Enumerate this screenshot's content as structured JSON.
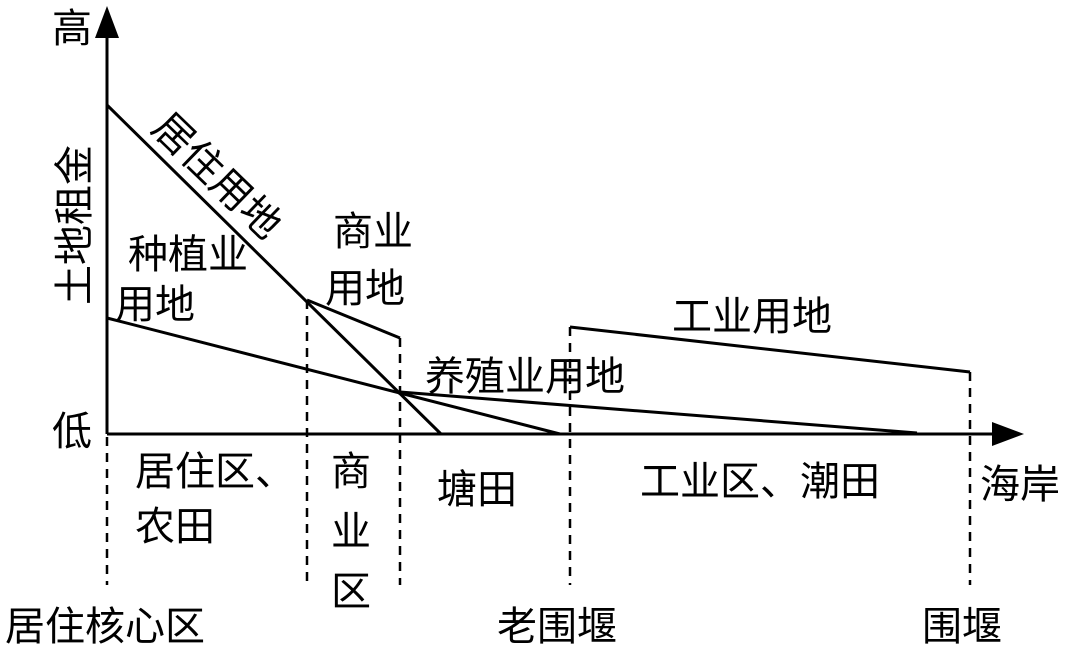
{
  "axes": {
    "y_title": "土地租金",
    "y_high": "高",
    "y_low": "低",
    "x_end": "海岸"
  },
  "curves": {
    "residential": "居住用地",
    "planting_1": "种植业",
    "planting_2": "用地",
    "commercial_1": "商业",
    "commercial_2": "用地",
    "aquaculture": "养殖业用地",
    "industrial": "工业用地"
  },
  "zones": {
    "residential_farm_1": "居住区、",
    "residential_farm_2": "农田",
    "commercial_1": "商",
    "commercial_2": "业",
    "commercial_3": "区",
    "pond_field": "塘田",
    "industrial_tidal": "工业区、潮田"
  },
  "markers": {
    "core": "居住核心区",
    "old_dike": "老围堰",
    "dike": "围堰"
  }
}
